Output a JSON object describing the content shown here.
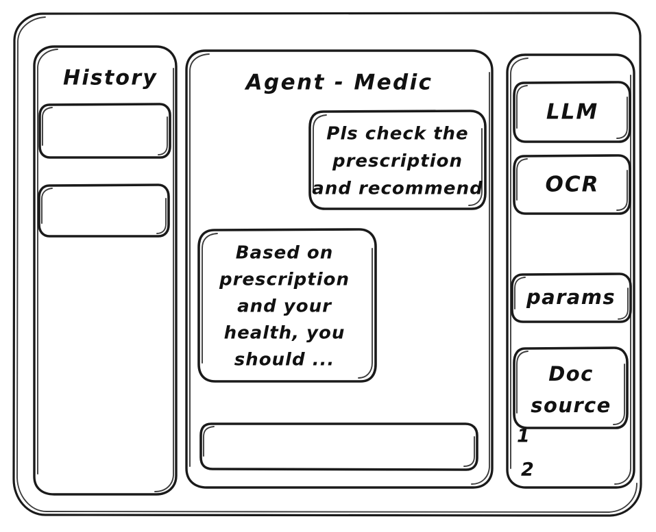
{
  "app": {
    "frame_name": "app-window",
    "stroke_color": "#1a1a1a",
    "background_color": "#ffffff"
  },
  "sidebar_left": {
    "title": "History",
    "items": [
      {
        "label": ""
      },
      {
        "label": ""
      }
    ]
  },
  "main": {
    "title": "Agent - Medic",
    "messages": [
      {
        "role": "user",
        "lines": [
          "Pls check the",
          "prescription",
          "and recommend"
        ]
      },
      {
        "role": "assistant",
        "lines": [
          "Based on",
          "prescription",
          "and your",
          "health, you",
          "should ..."
        ]
      }
    ],
    "composer": {
      "value": "",
      "placeholder": ""
    }
  },
  "sidebar_right": {
    "tools": [
      {
        "label": "LLM"
      },
      {
        "label": "OCR"
      }
    ],
    "params": {
      "label": "params"
    },
    "doc_source": {
      "lines": [
        "Doc",
        "source"
      ],
      "entries": [
        "1",
        "2"
      ]
    }
  }
}
